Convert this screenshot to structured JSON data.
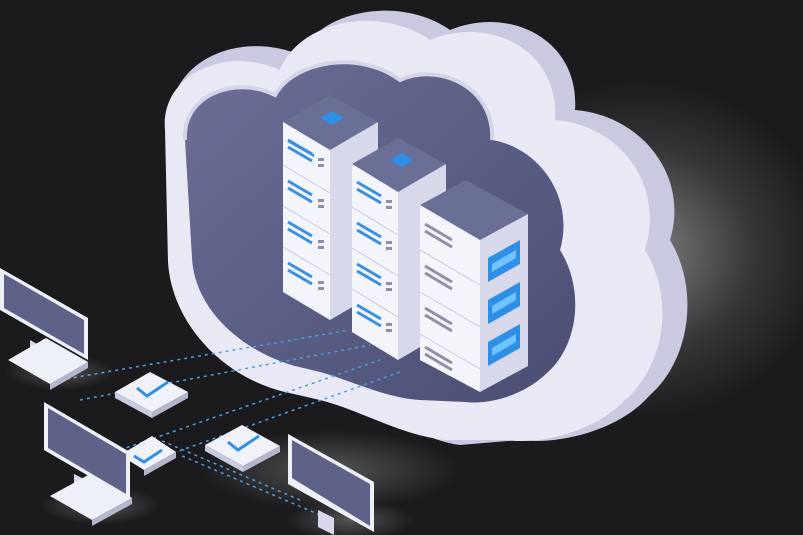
{
  "scene": {
    "subject": "cloud-server-illustration",
    "colors": {
      "background": "#1b1b1d",
      "cloud_face": "#e9e9f6",
      "cloud_side": "#c9c9df",
      "cloud_cavity": "#5d628a",
      "server_front": "#f4f5fb",
      "server_side": "#d7d9ea",
      "server_top": "#6a6f96",
      "accent_blue": "#2f8fe6",
      "accent_light": "#6fc3ff",
      "monitor_screen": "#5e6288",
      "monitor_frame": "#eef0f7",
      "connection_line": "#4d9de0",
      "check_tile": "#f1f2f9"
    },
    "icons": {
      "server": "server-rack-icon",
      "monitor": "desktop-monitor-icon",
      "check": "checkmark-icon",
      "cloud": "cloud-icon"
    },
    "counts": {
      "monitors": 3,
      "check_tiles": 3,
      "server_columns": 3
    }
  }
}
